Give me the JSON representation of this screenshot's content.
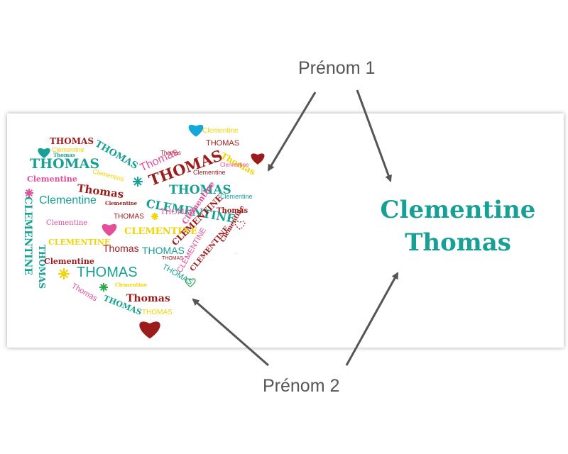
{
  "colors": {
    "teal": "#17a095",
    "dark_red": "#9c1b1b",
    "pink": "#e34f99",
    "yellow": "#f2d400",
    "cyan": "#14a8d6",
    "green": "#2aa84a",
    "arrow": "#555555",
    "label": "#555555"
  },
  "callouts": {
    "first_name_label": "Prénom 1",
    "second_name_label": "Prénom 2"
  },
  "mug_text": {
    "first_name": "Clementine",
    "second_name": "Thomas"
  },
  "word_cloud": {
    "words": [
      "THOMAS",
      "Clementine",
      "THOMAS",
      "THOMAS",
      "Thomas",
      "Clementine",
      "THOMAS",
      "Thomas",
      "Clementine",
      "THOMAS",
      "Clementine",
      "Thomas",
      "Clementine",
      "THOMAS",
      "CLEMENTINE",
      "Clementine",
      "Thomas",
      "CLEMENTINE",
      "THOMAS",
      "Clementine",
      "CLEMENTINE",
      "THOMAS",
      "CLEMENTINE",
      "Clementine",
      "Thomas",
      "THOMAS",
      "Clementine",
      "THOMAS",
      "CLEMENTINE",
      "CLEMENTINE",
      "THOMAS",
      "Thomas",
      "Clementine",
      "THOMAS",
      "Thomas",
      "CLEMENTINE",
      "THOMAS",
      "Clementine",
      "Thomas",
      "THOMAS",
      "Thomas",
      "THOMAS",
      "Clementine",
      "Clementine",
      "THOMAS",
      "Clementine"
    ],
    "decorations": [
      "heart-icon",
      "star-icon",
      "heart-outline-icon"
    ]
  }
}
